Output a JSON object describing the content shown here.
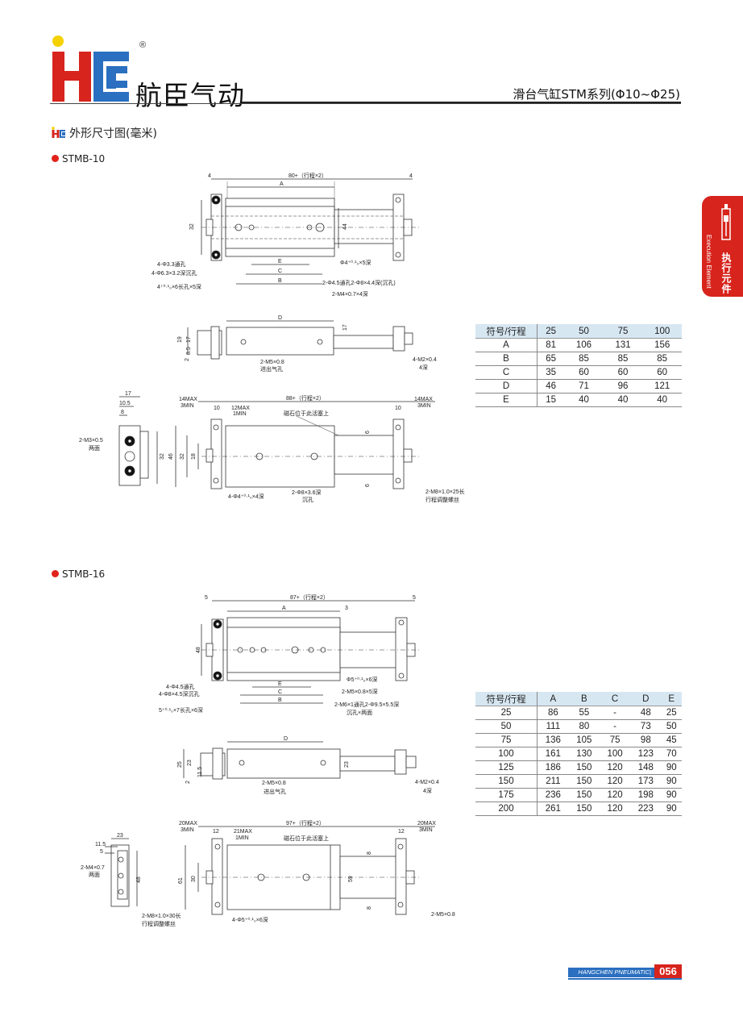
{
  "header": {
    "brand_name": "航臣气动",
    "registered_mark": "®",
    "series_title": "滑台气缸STM系列(Φ10~Φ25)"
  },
  "section": {
    "title": "外形尺寸图(毫米)"
  },
  "side_tab": {
    "en": "Execution Element",
    "cn": "执行元件"
  },
  "colors": {
    "brand_red": "#d7241c",
    "brand_yellow": "#f5d100",
    "brand_blue": "#2a6fc0",
    "table_header_bg": "#d7e7f2"
  },
  "stmb10": {
    "label": "STMB-10",
    "dims": {
      "top_total": "80+（行程×2）",
      "left4": "4",
      "right4": "4",
      "A": "A",
      "C": "C",
      "B": "B",
      "E": "E",
      "h32": "32",
      "h44": "44",
      "note1a": "4-Φ3.3通孔",
      "note1b": "4-Φ6.3×3.2深沉孔",
      "note2": "4⁺⁰·¹₀×6长孔×5深",
      "note3": "Φ4⁺⁰·¹₀×5深",
      "note4": "2-Φ4.5通孔2-Φ8×4.4深(沉孔)",
      "note5": "2-M4×0.7×4深",
      "D": "D",
      "h19": "19",
      "h17": "17",
      "h85": "8.5",
      "h2": "2",
      "r17": "17",
      "port": "2-M5×0.8",
      "port_cn": "进出气孔",
      "m2a": "4-M2×0.4",
      "m2b": "4深",
      "s17": "17",
      "s105": "10.5",
      "s8": "8",
      "m3a": "2-M3×0.5",
      "m3b": "两面",
      "s32": "32",
      "max14a": "14MAX",
      "min3a": "3MIN",
      "n10a": "10",
      "max12": "12MAX",
      "min1": "1MIN",
      "bot_total": "88+（行程×2）",
      "n10b": "10",
      "max14b": "14MAX",
      "min3b": "3MIN",
      "magnet": "磁石位于此活塞上",
      "v46": "46",
      "v32": "32",
      "v18": "18",
      "v6a": "6",
      "v6b": "6",
      "hole4": "4-Φ4⁺⁰·¹₀×4深",
      "hole8a": "2-Φ8×3.6深",
      "hole8b": "沉孔",
      "screw_a": "2-M8×1.0×25长",
      "screw_b": "行程调整螺丝"
    },
    "table": {
      "header": [
        "符号/行程",
        "25",
        "50",
        "75",
        "100"
      ],
      "rows": [
        [
          "A",
          "81",
          "106",
          "131",
          "156"
        ],
        [
          "B",
          "65",
          "85",
          "85",
          "85"
        ],
        [
          "C",
          "35",
          "60",
          "60",
          "60"
        ],
        [
          "D",
          "46",
          "71",
          "96",
          "121"
        ],
        [
          "E",
          "15",
          "40",
          "40",
          "40"
        ]
      ]
    }
  },
  "stmb16": {
    "label": "STMB-16",
    "dims": {
      "top_total": "87+（行程×2）",
      "left5": "5",
      "right5": "5",
      "A": "A",
      "n3": "3",
      "C": "C",
      "B": "B",
      "E": "E",
      "h48": "48",
      "note1a": "4-Φ4.5通孔",
      "note1b": "4-Φ8×4.5深沉孔",
      "note2": "5⁺⁰·¹₀×7长孔×6深",
      "note3": "Φ5⁺⁰·¹₀×6深",
      "note4": "2-M5×0.8×5深",
      "note5a": "2-M6×1通孔2-Φ9.5×5.5深",
      "note5b": "沉孔×两面",
      "D": "D",
      "h25": "25",
      "h23": "23",
      "h115": "11.5",
      "h2": "2",
      "r23": "23",
      "port": "2-M5×0.8",
      "port_cn": "进出气孔",
      "m2a": "4-M2×0.4",
      "m2b": "4深",
      "s23": "23",
      "s115": "11.5",
      "s5": "5",
      "m4a": "2-M4×0.7",
      "m4b": "两面",
      "s48": "48",
      "max20a": "20MAX",
      "min3a": "3MIN",
      "n12a": "12",
      "max21": "21MAX",
      "min1": "1MIN",
      "bot_total": "97+（行程×2）",
      "n12b": "12",
      "max20b": "20MAX",
      "min3b": "3MIN",
      "magnet": "磁石位于此活塞上",
      "v61": "61",
      "v30": "30",
      "v8a": "8",
      "v8b": "8",
      "v59": "59",
      "screw_a": "2-M8×1.0×30长",
      "screw_b": "行程调整螺丝",
      "hole5": "4-Φ5⁺⁰·¹₀×6深",
      "m5": "2-M5×0.8"
    },
    "table": {
      "header": [
        "符号/行程",
        "A",
        "B",
        "C",
        "D",
        "E"
      ],
      "rows": [
        [
          "25",
          "86",
          "55",
          "-",
          "48",
          "25"
        ],
        [
          "50",
          "111",
          "80",
          "-",
          "73",
          "50"
        ],
        [
          "75",
          "136",
          "105",
          "75",
          "98",
          "45"
        ],
        [
          "100",
          "161",
          "130",
          "100",
          "123",
          "70"
        ],
        [
          "125",
          "186",
          "150",
          "120",
          "148",
          "90"
        ],
        [
          "150",
          "211",
          "150",
          "120",
          "173",
          "90"
        ],
        [
          "175",
          "236",
          "150",
          "120",
          "198",
          "90"
        ],
        [
          "200",
          "261",
          "150",
          "120",
          "223",
          "90"
        ]
      ]
    }
  },
  "footer": {
    "brand_en": "HANGCHEN PNEUMATIC|",
    "page": "056"
  }
}
